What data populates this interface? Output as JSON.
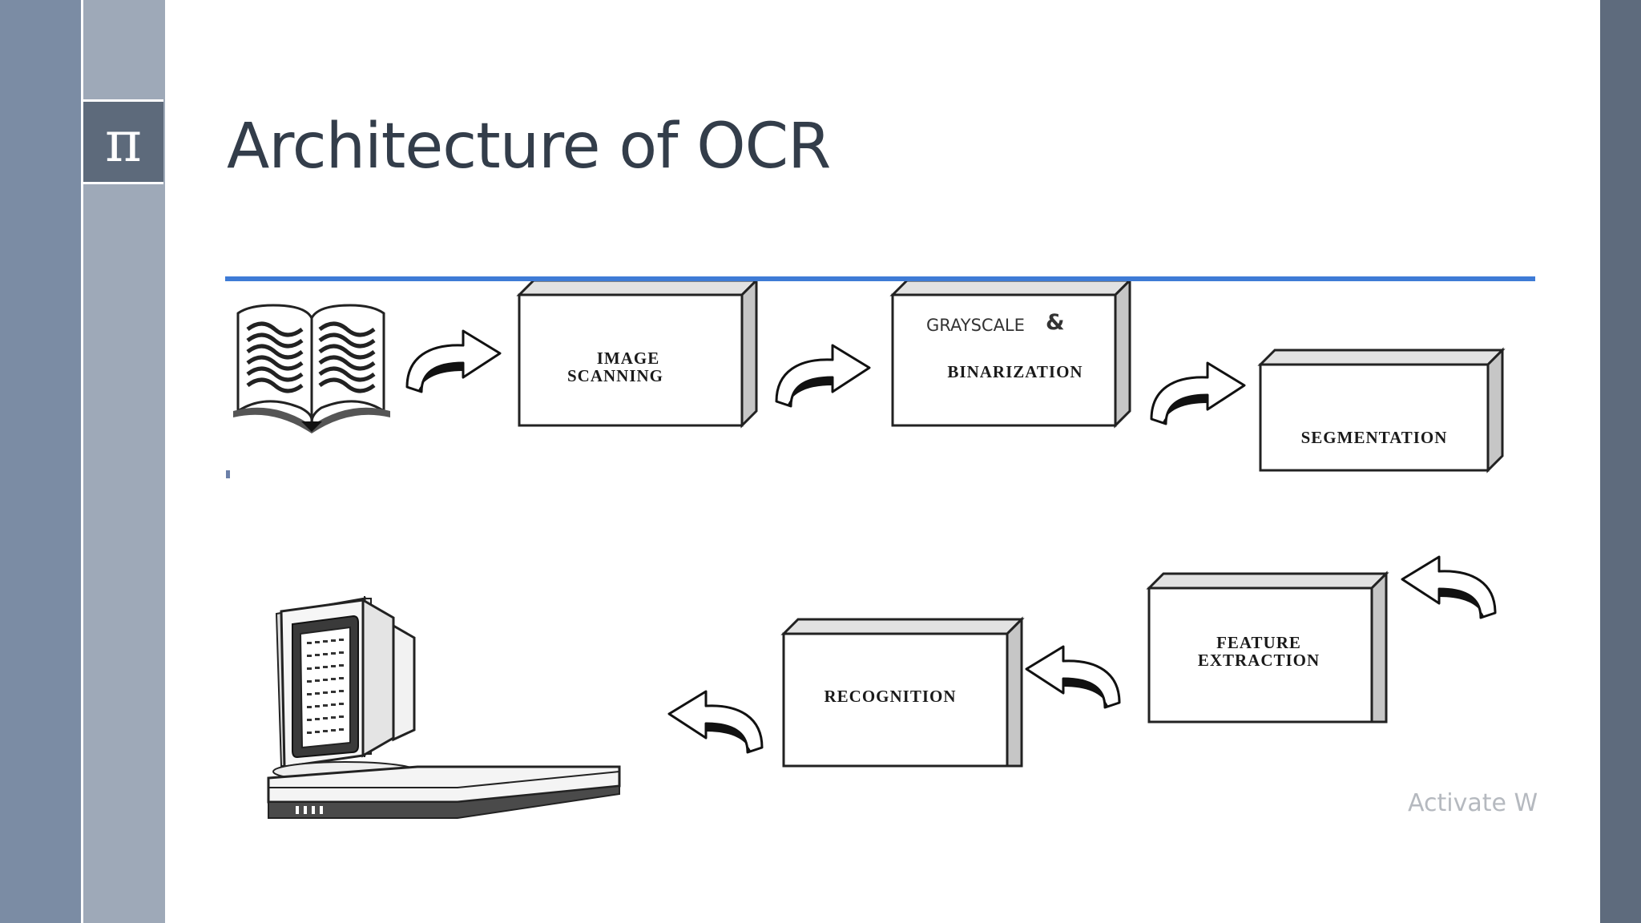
{
  "slide": {
    "title": "Architecture of OCR",
    "badge_symbol": "π",
    "watermark": "Activate W"
  },
  "diagram": {
    "steps": [
      {
        "id": "image-scanning",
        "lines": [
          "IMAGE",
          "SCANNING"
        ]
      },
      {
        "id": "binarization",
        "prefix": "GRAYSCALE",
        "amp": "&",
        "lines": [
          "BINARIZATION"
        ]
      },
      {
        "id": "segmentation",
        "lines": [
          "SEGMENTATION"
        ]
      },
      {
        "id": "feature-extraction",
        "lines": [
          "FEATURE",
          "EXTRACTION"
        ]
      },
      {
        "id": "recognition",
        "lines": [
          "RECOGNITION"
        ]
      }
    ],
    "input_icon": "open-book-icon",
    "output_icon": "computer-monitor-icon",
    "arrow_icon": "curved-arrow-icon"
  },
  "colors": {
    "divider": "#3e7bd6",
    "left_band": "#7b8ca4",
    "right_band": "#5e6b7d",
    "badge": "#5d6a7b"
  }
}
